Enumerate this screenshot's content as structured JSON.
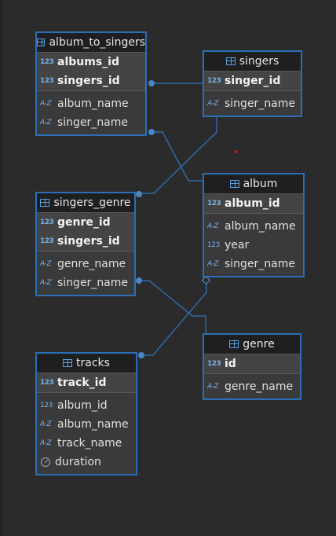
{
  "entities": {
    "album_to_singers": {
      "title": "album_to_singers",
      "pk_columns": [
        {
          "type": "123",
          "name": "albums_id"
        },
        {
          "type": "123",
          "name": "singers_id"
        }
      ],
      "columns": [
        {
          "type": "A-Z",
          "name": "album_name"
        },
        {
          "type": "A-Z",
          "name": "singer_name"
        }
      ]
    },
    "singers": {
      "title": "singers",
      "pk_columns": [
        {
          "type": "123",
          "name": "singer_id"
        }
      ],
      "columns": [
        {
          "type": "A-Z",
          "name": "singer_name"
        }
      ]
    },
    "album": {
      "title": "album",
      "pk_columns": [
        {
          "type": "123",
          "name": "album_id"
        }
      ],
      "columns": [
        {
          "type": "A-Z",
          "name": "album_name"
        },
        {
          "type": "123",
          "name": "year"
        },
        {
          "type": "A-Z",
          "name": "singer_name"
        }
      ]
    },
    "singers_genre": {
      "title": "singers_genre",
      "pk_columns": [
        {
          "type": "123",
          "name": "genre_id"
        },
        {
          "type": "123",
          "name": "singers_id"
        }
      ],
      "columns": [
        {
          "type": "A-Z",
          "name": "genre_name"
        },
        {
          "type": "A-Z",
          "name": "singer_name"
        }
      ]
    },
    "genre": {
      "title": "genre",
      "pk_columns": [
        {
          "type": "123",
          "name": "id"
        }
      ],
      "columns": [
        {
          "type": "A-Z",
          "name": "genre_name"
        }
      ]
    },
    "tracks": {
      "title": "tracks",
      "pk_columns": [
        {
          "type": "123",
          "name": "track_id"
        }
      ],
      "columns": [
        {
          "type": "123",
          "name": "album_id"
        },
        {
          "type": "A-Z",
          "name": "album_name"
        },
        {
          "type": "A-Z",
          "name": "track_name"
        },
        {
          "type": "clock",
          "name": "duration"
        }
      ]
    }
  },
  "colors": {
    "background": "#2b2b2b",
    "entity_border": "#2a6fb8",
    "connector": "#2e6aa8",
    "header_bg": "#1f1f1f"
  }
}
